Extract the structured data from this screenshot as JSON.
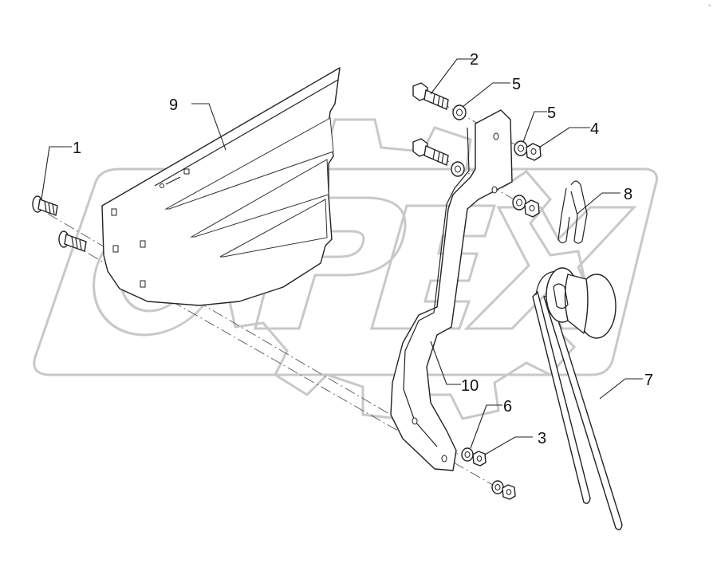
{
  "diagram": {
    "watermark_text": "OPEX",
    "callouts": [
      {
        "id": "1",
        "text": "1"
      },
      {
        "id": "2",
        "text": "2"
      },
      {
        "id": "3",
        "text": "3"
      },
      {
        "id": "4",
        "text": "4"
      },
      {
        "id": "5a",
        "text": "5"
      },
      {
        "id": "5b",
        "text": "5"
      },
      {
        "id": "6",
        "text": "6"
      },
      {
        "id": "7",
        "text": "7"
      },
      {
        "id": "8",
        "text": "8"
      },
      {
        "id": "9",
        "text": "9"
      },
      {
        "id": "10",
        "text": "10"
      }
    ]
  }
}
